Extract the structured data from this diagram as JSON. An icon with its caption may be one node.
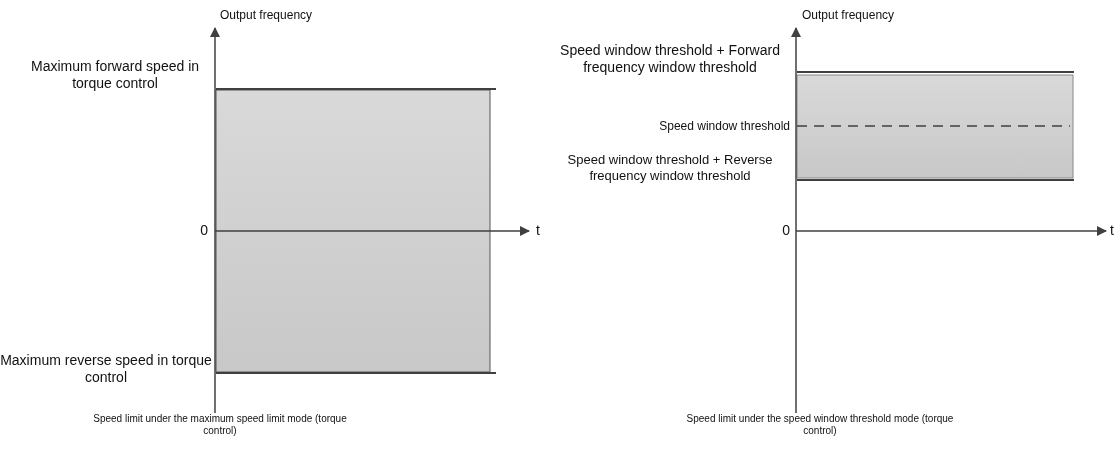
{
  "diagram": {
    "labels": [
      "Output frequency",
      "Output frequency",
      "Maximum forward speed in torque control",
      "Speed window threshold + Forward frequency window threshold",
      "Speed window threshold",
      "Speed window threshold + Reverse frequency window threshold",
      "0",
      "t",
      "0",
      "t",
      "Maximum reverse speed in torque control",
      "Speed limit under the maximum speed limit mode (torque control)",
      "Speed limit under the speed window threshold mode (torque control)"
    ]
  }
}
